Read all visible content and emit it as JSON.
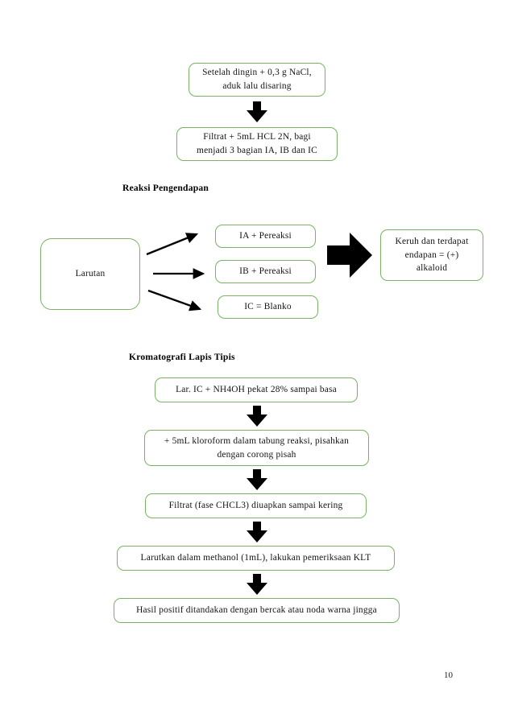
{
  "document": {
    "page_number": "10",
    "accent_color": "#79b264",
    "arrow_color": "#000000"
  },
  "top_flow": {
    "steps": [
      {
        "line1": "Setelah dingin  + 0,3 g NaCl,",
        "line2": "aduk lalu  disaring"
      },
      {
        "line1": "Filtrat  + 5mL  HCL 2N, bagi",
        "line2": "menjadi  3 bagian  IA, IB dan IC"
      }
    ],
    "connector_icon": "arrow-down-icon"
  },
  "section_precipitation": {
    "heading": "Reaksi Pengendapan",
    "source_box": "Larutan",
    "branches": [
      "IA + Pereaksi",
      "IB + Pereaksi",
      "IC = Blanko"
    ],
    "result": {
      "line1": "Keruh dan terdapat",
      "line2": "endapan = (+)",
      "line3": "alkaloid"
    },
    "branch_icon": "line-arrow-icon",
    "result_icon": "arrow-right-icon"
  },
  "section_chromatography": {
    "heading": "Kromatografi  Lapis Tipis",
    "steps": [
      {
        "line1": "Lar. IC + NH4OH pekat 28% sampai basa",
        "line2": ""
      },
      {
        "line1": "+ 5mL kloroform  dalam tabung  reaksi, pisahkan",
        "line2": "dengan corong  pisah"
      },
      {
        "line1": "Filtrat  (fase CHCL3) diuapkan  sampai kering",
        "line2": ""
      },
      {
        "line1": "Larutkan  dalam  methanol  (1mL), lakukan  pemeriksaan  KLT",
        "line2": ""
      },
      {
        "line1": "Hasil  positif  ditandakan  dengan  bercak atau noda warna jingga",
        "line2": ""
      }
    ],
    "connector_icon": "arrow-down-icon"
  }
}
